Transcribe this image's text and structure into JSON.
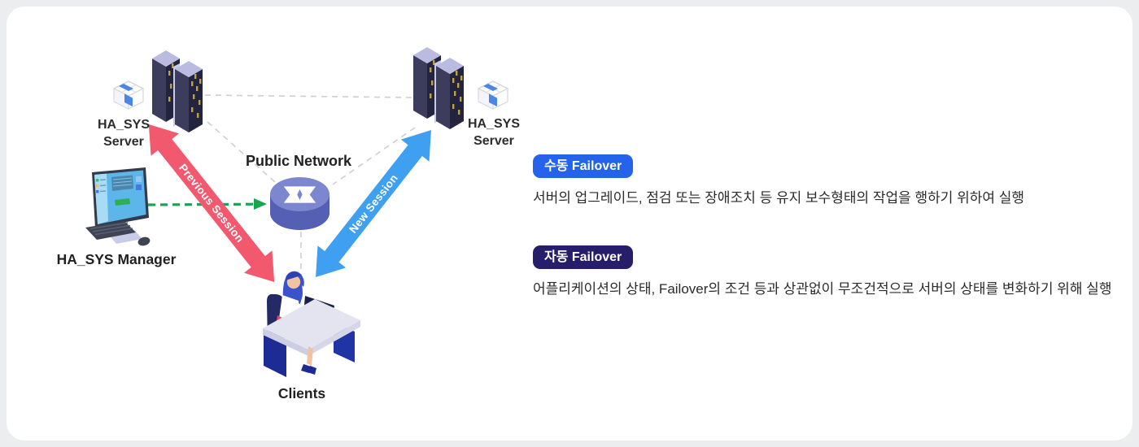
{
  "diagram": {
    "nodes": {
      "left_server": {
        "line1": "HA_SYS",
        "line2": "Server",
        "icon": "server-towers-icon"
      },
      "right_server": {
        "line1": "HA_SYS",
        "line2": "Server",
        "icon": "server-towers-icon"
      },
      "network": {
        "label": "Public Network",
        "icon": "router-icon"
      },
      "manager": {
        "label": "HA_SYS Manager",
        "icon": "workstation-icon"
      },
      "clients": {
        "label": "Clients",
        "icon": "person-at-desk-icon"
      }
    },
    "arrows": {
      "previous_session": {
        "label": "Previous Session",
        "color": "#F2586E"
      },
      "new_session": {
        "label": "New Session",
        "color": "#3FA0F2"
      },
      "manager_link": {
        "color": "#1BA351"
      }
    },
    "colors": {
      "router_top": "#7D87CF",
      "router_side": "#5560B5",
      "dashed_line": "#CFCFCF",
      "tower_top": "#B9BCE0",
      "module_icon_accent": "#4A86E8"
    }
  },
  "panel": {
    "items": [
      {
        "badge": "수동 Failover",
        "badge_color": "#2563EB",
        "description": "서버의 업그레이드, 점검 또는 장애조치 등 유지 보수형태의 작업을 행하기 위하여 실행"
      },
      {
        "badge": "자동 Failover",
        "badge_color": "#271E6B",
        "description": "어플리케이션의 상태, Failover의 조건 등과 상관없이 무조건적으로 서버의 상태를 변화하기 위해 실행"
      }
    ]
  }
}
